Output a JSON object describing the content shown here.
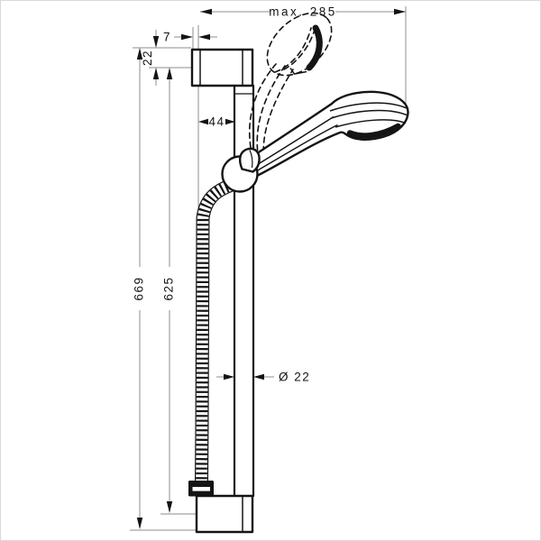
{
  "drawing": {
    "type": "technical-dimension-drawing",
    "subject": "shower slide bar set with hand shower and hose",
    "dimensions": {
      "max_reach": "max. 285",
      "bracket_face_offset": "7",
      "top_fixing_offset": "22",
      "holder_projection": "44",
      "overall_height": "669",
      "fixing_hole_distance": "625",
      "bar_diameter": "Ø 22"
    },
    "colors": {
      "line": "#141414",
      "dimension_line": "#8c8c8c",
      "background": "#ffffff",
      "border": "#d9d9d9"
    }
  }
}
